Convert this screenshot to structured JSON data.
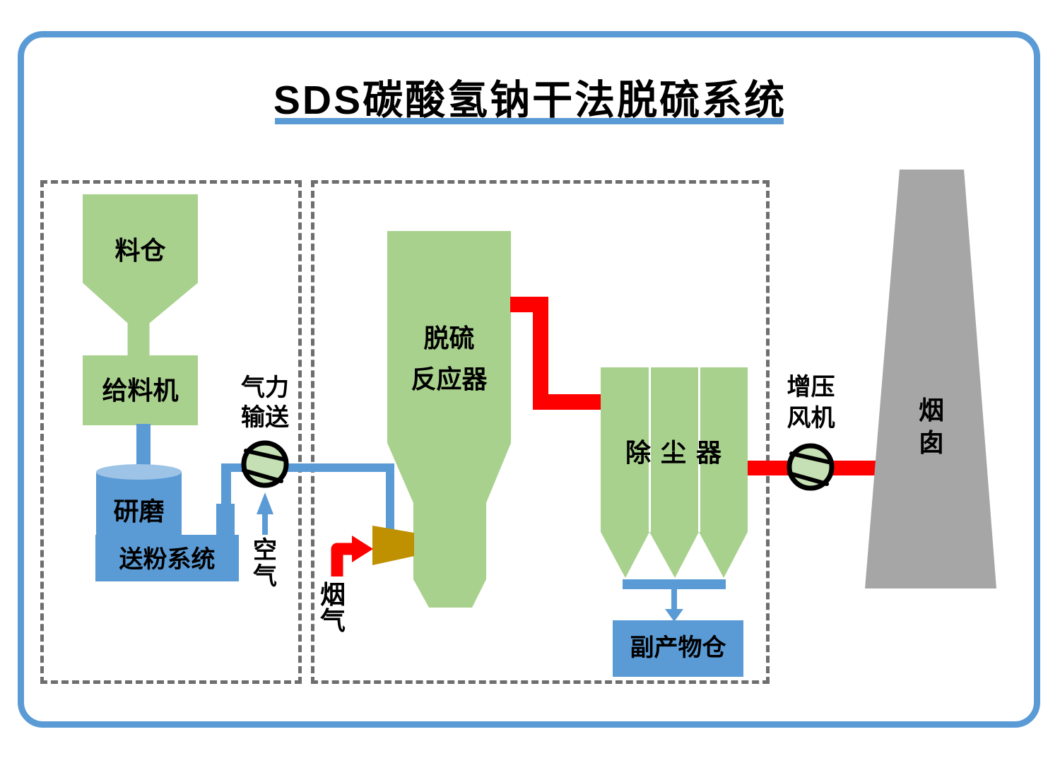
{
  "title": {
    "text": "SDS碳酸氢钠干法脱硫系统"
  },
  "colors": {
    "green": "#A9D18E",
    "fan_green": "#C5E0B4",
    "blue": "#5B9BD5",
    "light_blue": "#9DC3E6",
    "red": "#FF0000",
    "gold": "#BF9000",
    "gray": "#A6A6A6",
    "dash_gray": "#6E6E6E",
    "border_blue": "#5B9BD5"
  },
  "feed_system": {
    "hopper": "料仓",
    "feeder": "给料机",
    "grinding_line1": "研磨",
    "grinding_line2": "送粉系统",
    "pneumatic_line1": "气力",
    "pneumatic_line2": "输送",
    "air_line1": "空",
    "air_line2": "气"
  },
  "reaction": {
    "reactor_line1": "脱硫",
    "reactor_line2": "反应器",
    "flue_line1": "烟",
    "flue_line2": "气",
    "dust_collector": "除 尘 器",
    "byproduct_bin": "副产物仓"
  },
  "exhaust": {
    "booster_line1": "增压",
    "booster_line2": "风机",
    "chimney_line1": "烟",
    "chimney_line2": "囱"
  }
}
